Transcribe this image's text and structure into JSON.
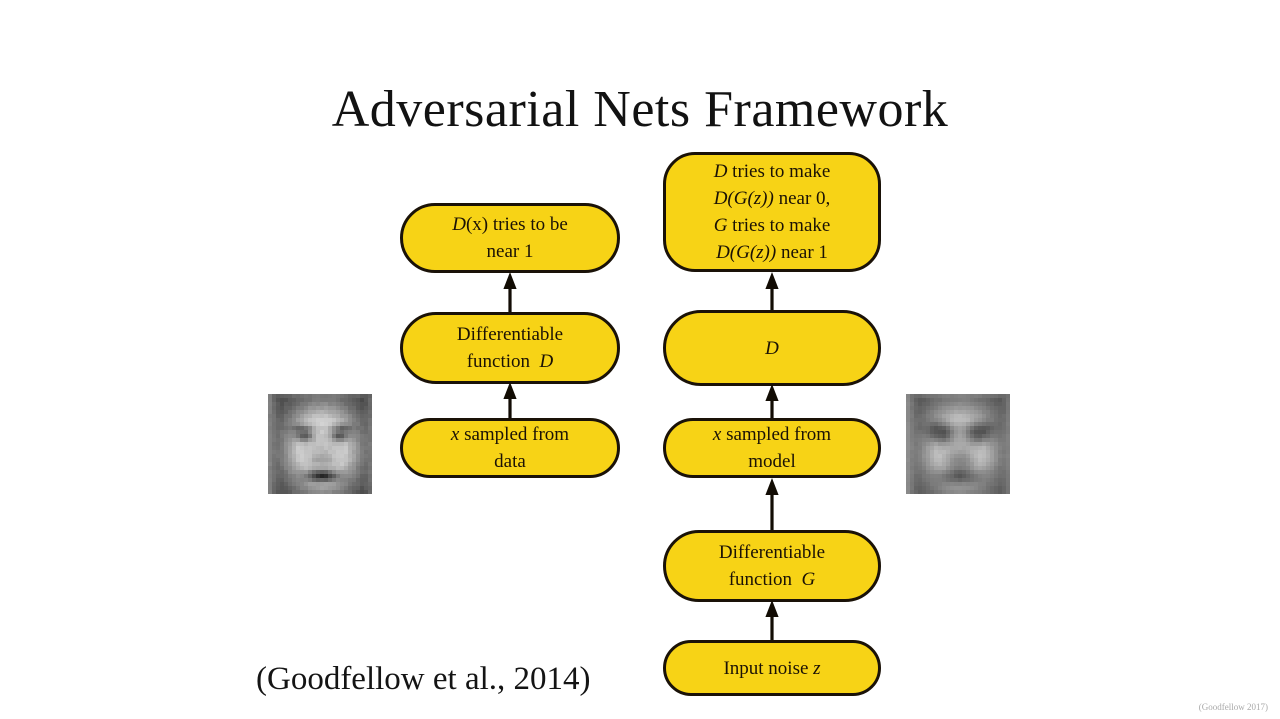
{
  "slide": {
    "title": "Adversarial Nets Framework",
    "background_color": "#ffffff",
    "citation": "(Goodfellow et al., 2014)",
    "watermark": "(Goodfellow 2017)"
  },
  "colors": {
    "node_fill": "#F7D316",
    "node_border": "#1a1208",
    "text": "#1b1205",
    "title": "#121212"
  },
  "diagram": {
    "discriminator_branch": {
      "objective_box": {
        "id": "d-near-1",
        "lines": [
          "D(x) tries to be",
          "near 1"
        ],
        "italic_tokens": [
          "D"
        ]
      },
      "function_box": {
        "id": "differentiable-function-d",
        "lines": [
          "Differentiable",
          "function D"
        ],
        "italic_tokens": [
          "D"
        ]
      },
      "input_box": {
        "id": "x-sampled-from-data",
        "lines": [
          "x sampled from",
          "data"
        ],
        "italic_tokens": [
          "x"
        ]
      },
      "sample_image_label": "real-data-face-sample"
    },
    "generator_branch": {
      "objective_box": {
        "id": "dg-objectives",
        "lines": [
          "D tries to make",
          "D(G(z)) near 0,",
          "G tries to make",
          "D(G(z)) near 1"
        ],
        "italic_tokens": [
          "D",
          "G",
          "z"
        ]
      },
      "discriminator_box": {
        "id": "discriminator-d",
        "lines": [
          "D"
        ],
        "italic_tokens": [
          "D"
        ]
      },
      "input_box": {
        "id": "x-sampled-from-model",
        "lines": [
          "x sampled from",
          "model"
        ],
        "italic_tokens": [
          "x"
        ]
      },
      "function_box": {
        "id": "differentiable-function-g",
        "lines": [
          "Differentiable",
          "function G"
        ],
        "italic_tokens": [
          "G"
        ]
      },
      "noise_box": {
        "id": "input-noise-z",
        "lines": [
          "Input noise z"
        ],
        "italic_tokens": [
          "z"
        ]
      },
      "sample_image_label": "generated-model-face-sample"
    },
    "arrows": [
      {
        "id": "arrow-data-to-function-d",
        "direction": "up"
      },
      {
        "id": "arrow-function-d-to-objective",
        "direction": "up"
      },
      {
        "id": "arrow-model-sample-to-d",
        "direction": "up"
      },
      {
        "id": "arrow-d-to-objectives",
        "direction": "up"
      },
      {
        "id": "arrow-function-g-to-model-sample",
        "direction": "up"
      },
      {
        "id": "arrow-noise-to-function-g",
        "direction": "up"
      }
    ]
  },
  "text": {
    "d_near1_l1": "D(x) tries to be",
    "d_near1_l2": "near 1",
    "diff_d_l1": "Differentiable",
    "diff_d_l2": "function D",
    "x_data_l1": "x sampled from",
    "x_data_l2": "data",
    "dg_l1": "D tries to make",
    "dg_l2": "D(G(z)) near 0,",
    "dg_l3": "G tries to make",
    "dg_l4": "D(G(z)) near 1",
    "d_box": "D",
    "x_model_l1": "x sampled from",
    "x_model_l2": "model",
    "diff_g_l1": "Differentiable",
    "diff_g_l2": "function G",
    "input_z": "Input noise z"
  }
}
